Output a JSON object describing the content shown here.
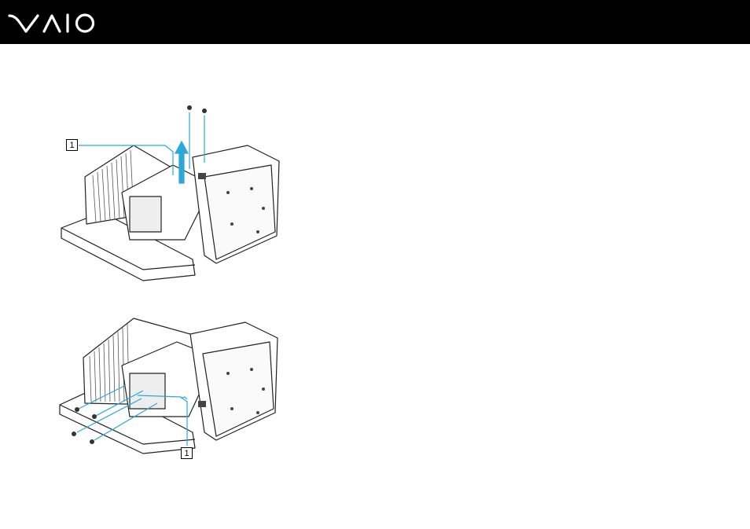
{
  "header": {
    "logo_icon": "vaio-logo",
    "background": "#000000",
    "logo_color": "#ffffff"
  },
  "figures": [
    {
      "callout_label": "1",
      "description_icon": "remove-screws-lift-cover-illustration"
    },
    {
      "callout_label": "1",
      "description_icon": "remove-bracket-screws-illustration"
    }
  ],
  "accent": "#2aa8d8"
}
